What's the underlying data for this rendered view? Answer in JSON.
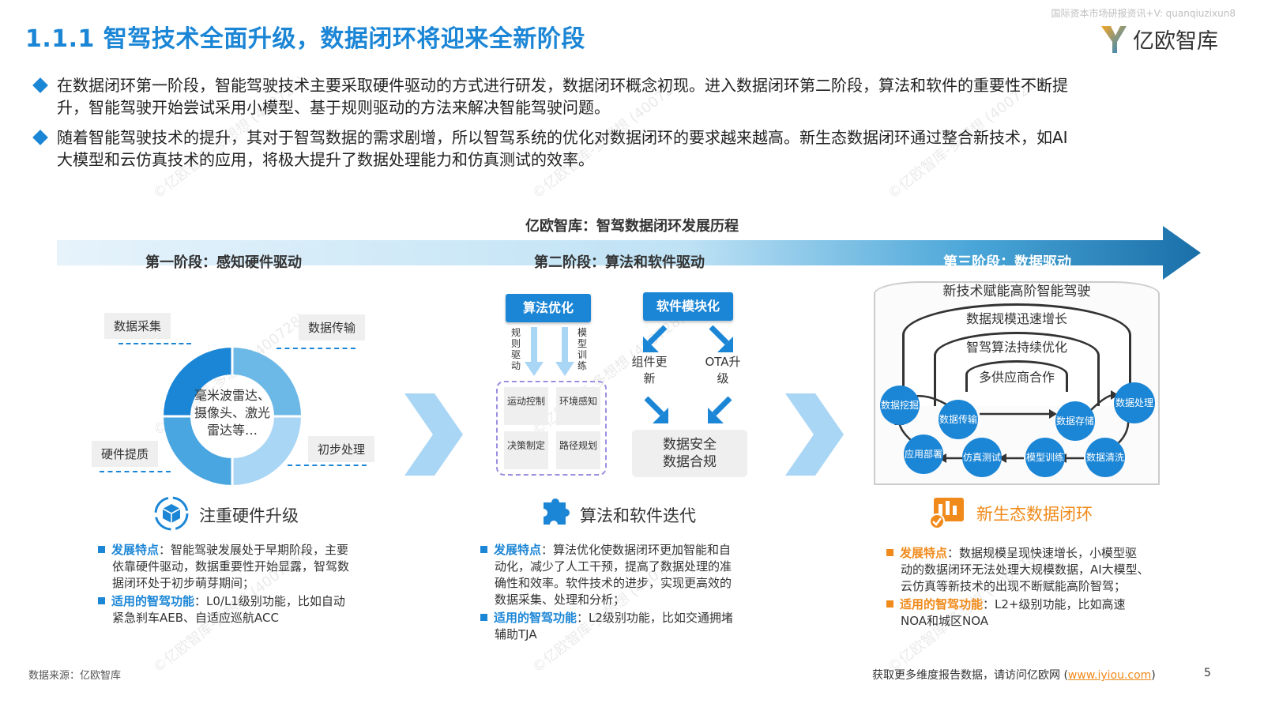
{
  "title": "1.1.1 智驾技术全面升级，数据闭环将迎来全新阶段",
  "top_note": "国际资本市场研报资讯+V: quanqiuzixun8",
  "logo_text": "亿欧智库",
  "bullets": [
    {
      "line1": "在数据闭环第一阶段，智能驾驶技术主要采取硬件驱动的方式进行研发，数据闭环概念初现。进入数据闭环第二阶段，算法和软件的重要性不断提",
      "line2": "升，智能驾驶开始尝试采用小模型、基于规则驱动的方法来解决智能驾驶问题。"
    },
    {
      "line1": "随着智能驾驶技术的提升，其对于智驾数据的需求剧增，所以智驾系统的优化对数据闭环的要求越来越高。新生态数据闭环通过整合新技术，如AI",
      "line2": "大模型和云仿真技术的应用，将极大提升了数据处理能力和仿真测试的效率。"
    }
  ],
  "chart_title": "亿欧智库：智驾数据闭环发展历程",
  "stages": [
    "第一阶段：感知硬件驱动",
    "第二阶段：算法和软件驱动",
    "第三阶段：数据驱动"
  ],
  "stage1": {
    "tags": {
      "data_collect": "数据采集",
      "data_transfer": "数据传输",
      "hw_quality": "硬件提质",
      "initial_process": "初步处理"
    },
    "donut_center": "毫米波雷达、摄像头、激光雷达等…",
    "heading": "注重硬件升级",
    "feature_key": "发展特点",
    "feature_text": "：智能驾驶发展处于早期阶段，主要",
    "feature_l2": "依靠硬件驱动，数据重要性开始显露，智驾数",
    "feature_l3": "据闭环处于初步萌芽期间；",
    "func_key": "适用的智驾功能",
    "func_text": "：L0/L1级别功能，比如自动",
    "func_l2": "紧急刹车AEB、自适应巡航ACC"
  },
  "stage2": {
    "algo_opt": "算法优化",
    "rule_driven": "规则驱动",
    "model_train": "模型训练",
    "grid": [
      "运动控制",
      "环境感知",
      "决策制定",
      "路径规划"
    ],
    "sw_module": "软件模块化",
    "component_update": "组件更新",
    "ota_upgrade": "OTA升级",
    "safety_l1": "数据安全",
    "safety_l2": "数据合规",
    "heading": "算法和软件迭代",
    "feature_key": "发展特点",
    "feature_text": "：算法优化使数据闭环更加智能和自",
    "feature_l2": "动化，减少了人工干预，提高了数据处理的准",
    "feature_l3": "确性和效率。软件技术的进步，实现更高效的",
    "feature_l4": "数据采集、处理和分析；",
    "func_key": "适用的智驾功能",
    "func_text": "：L2级别功能，比如交通拥堵",
    "func_l2": "辅助TJA"
  },
  "stage3": {
    "arch_levels": [
      "新技术赋能高阶智能驾驶",
      "数据规模迅速增长",
      "智驾算法持续优化",
      "多供应商合作"
    ],
    "nodes": [
      "数据挖掘",
      "数据传输",
      "数据存储",
      "数据处理",
      "数据清洗",
      "模型训练",
      "仿真测试",
      "应用部署"
    ],
    "heading": "新生态数据闭环",
    "feature_key": "发展特点",
    "feature_text": "：数据规模呈现快速增长，小模型驱",
    "feature_l2": "动的数据闭环无法处理大规模数据，AI大模型、",
    "feature_l3": "云仿真等新技术的出现不断赋能高阶智驾；",
    "func_key": "适用的智驾功能",
    "func_text": "：L2+级别功能，比如高速",
    "func_l2": "NOA和城区NOA"
  },
  "footer": {
    "source": "数据来源：亿欧智库",
    "more": "获取更多维度报告数据，请访问亿欧网 (",
    "url": "www.iyiou.com",
    "close": ")",
    "page": "5"
  },
  "watermark": "©亿欧智库-多想想 (400728)",
  "colors": {
    "primary": "#1c86d6",
    "accent": "#f08a1a",
    "light_blue": "#a9d6f5"
  }
}
